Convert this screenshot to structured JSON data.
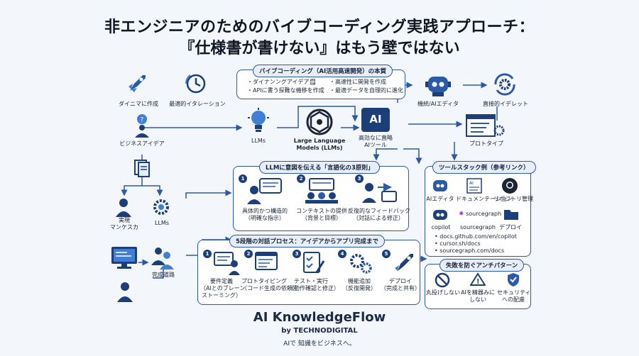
{
  "title": {
    "line1": "非エンジニアのためのバイブコーディング実践アプローチ：",
    "line2": "『仕様書が書けない』はもう壁ではない"
  },
  "left": {
    "dynamic_label": "ダイニマに作成",
    "iteration_label": "最適的イタレーション",
    "idea_label": "ビジネスアイデア",
    "person_label": "実現\nマンケスカ",
    "llms_label": "LLMs",
    "complete_label": "完成道路"
  },
  "essence": {
    "title": "バイブコーディング（AI活用高速開発）の本質",
    "bullets": [
      "・ダイナンングアイデア🗒",
      "・高速性に開発を作成",
      "・APIに書う探難な機移を作成",
      "・最適データを自理的に進化"
    ]
  },
  "center": {
    "bulb_label": "LLMs",
    "llm_label": "Large Language\nModels (LLMs)",
    "ai_badge": "AI",
    "ai_label": "高効なに直略\nAIツール"
  },
  "right_top": {
    "robot_label": "機統/AIエディタ",
    "cycle_label": "直接的イデレット",
    "proto_label": "プロトタイプ"
  },
  "principles": {
    "title": "LLMに意図を伝える「言語化の3原則」",
    "items": [
      {
        "num": "1",
        "label": "具体的かつ構造的\n（明確な指示）"
      },
      {
        "num": "2",
        "label": "コンテキストの提供\n（背景と目標）"
      },
      {
        "num": "3",
        "label": "反復的なフィードバック\n（対話による修正）"
      }
    ]
  },
  "process": {
    "title": "5段階の対話プロセス：アイデアからアプリ完成まで",
    "steps": [
      {
        "num": "1",
        "label": "要件定義\n（AIとのブレーン\nストーミング）"
      },
      {
        "num": "2",
        "label": "プロトタイピング\n（コード生成の依頼）"
      },
      {
        "num": "3",
        "label": "テスト・実行\n（動作確認と修正）"
      },
      {
        "num": "4",
        "label": "機能追加\n（反復開発）"
      },
      {
        "num": "5",
        "label": "デプロイ\n（完成と共有）"
      }
    ]
  },
  "tools": {
    "title": "ツールスタック例（参考リンク）",
    "items": [
      {
        "label": "AIエディタ"
      },
      {
        "label": "ドキュメンテーション"
      },
      {
        "label": "リポジトリ管理"
      },
      {
        "label": "copilot"
      },
      {
        "label": "sourcegraph"
      },
      {
        "label": "デプロイ"
      }
    ],
    "sourcegraph_logo": "sourcegraph",
    "links": [
      "docs.github.com/en/copilot",
      "cursor.sh/docs",
      "sourcegraph.com/docs"
    ]
  },
  "antipatterns": {
    "title": "失敗を防ぐアンチパターン",
    "items": [
      {
        "label": "丸投げしない"
      },
      {
        "label": "AIを精器みに\nしない"
      },
      {
        "label": "セキュリティ\nへの配慮"
      }
    ]
  },
  "brand": {
    "name": "AI KnowledgeFlow",
    "by": "by TECHNODIGITAL",
    "tagline": "AIで 知識をビジネスへ。"
  },
  "colors": {
    "primary": "#2b5aa8",
    "dark": "#1c3f7a",
    "accent": "#3f7fd6",
    "background": "#f3f6fb"
  }
}
